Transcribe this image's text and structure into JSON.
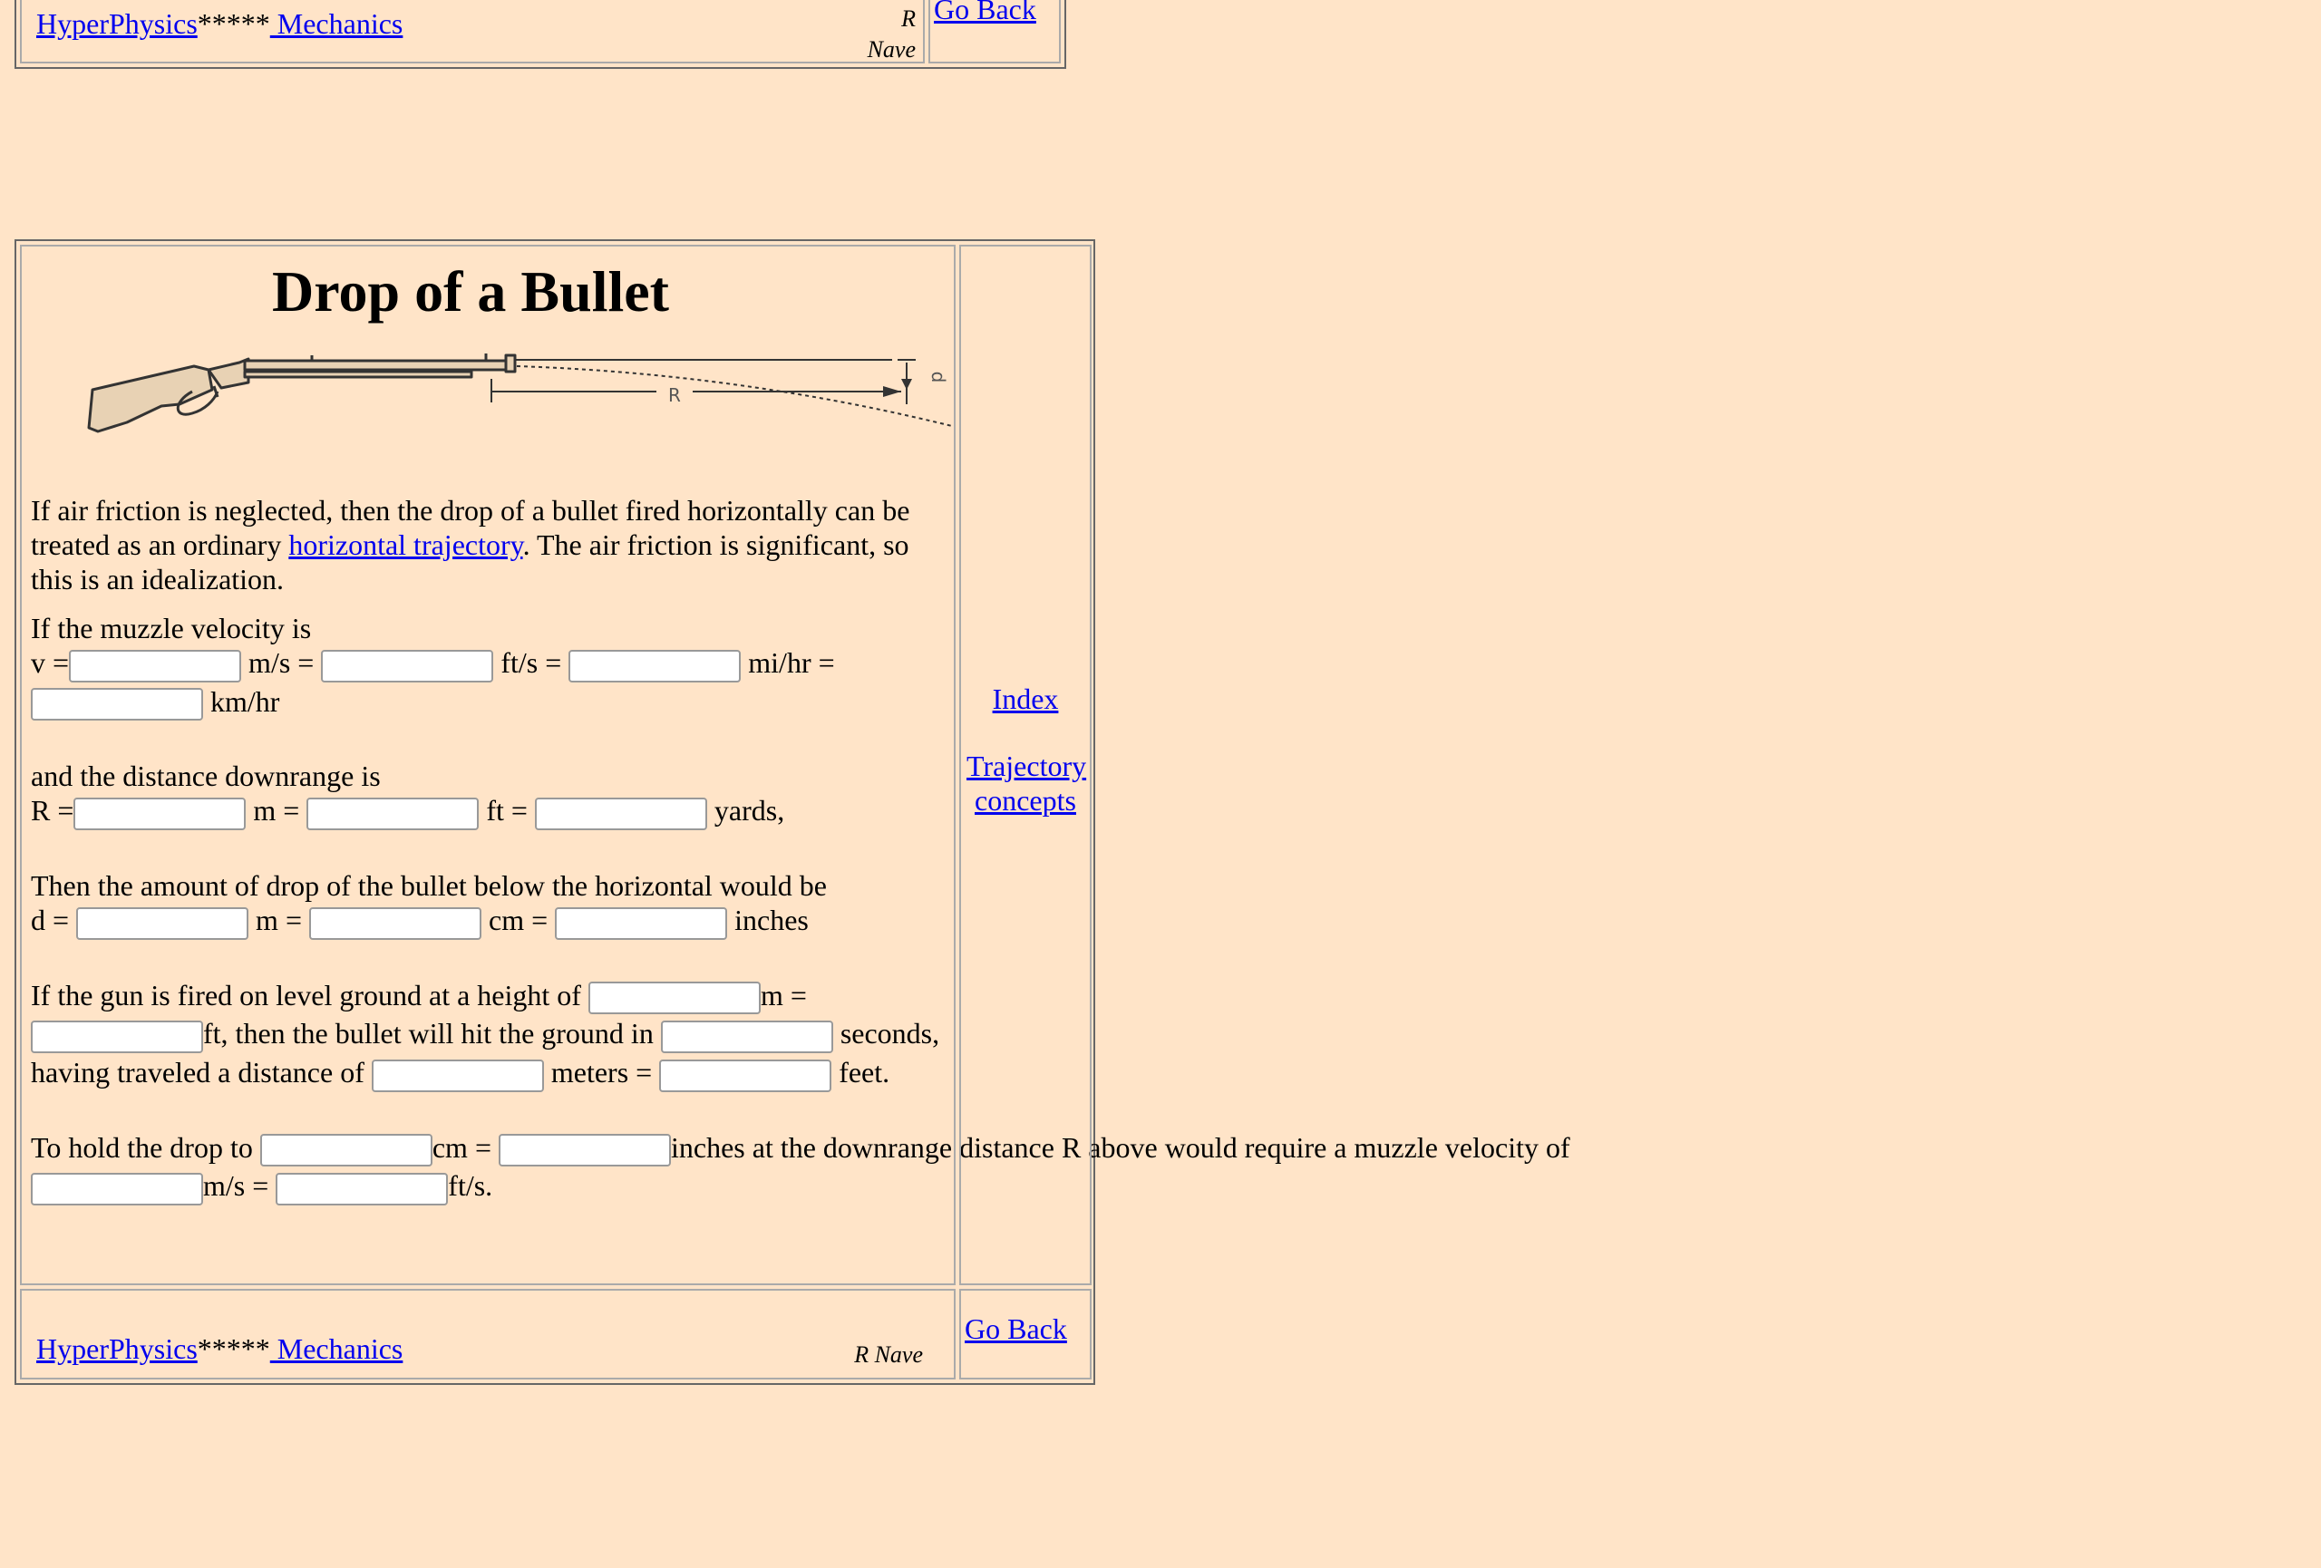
{
  "top_nav": {
    "hyperphysics": "HyperPhysics",
    "stars": "*****",
    "mechanics": " Mechanics",
    "author_initial": "R",
    "author_surname": "Nave",
    "go_back": "Go Back"
  },
  "main": {
    "title": "Drop of a Bullet",
    "diagram": {
      "range_label": "R",
      "drop_label": "d"
    },
    "intro": {
      "text1": "If air friction is neglected, then the drop of a bullet fired horizontally can be treated as an ordinary ",
      "link": "horizontal trajectory",
      "text2": ". The air friction is significant, so this is an idealization."
    },
    "velocity": {
      "heading": "If the muzzle velocity is",
      "prefix": "v =",
      "unit_ms": " m/s =",
      "unit_fts": " ft/s =",
      "unit_mihr": " mi/hr =",
      "unit_kmhr": " km/hr"
    },
    "range": {
      "heading": "and the distance downrange is",
      "prefix": "R =",
      "unit_m": " m =",
      "unit_ft": " ft =",
      "unit_yards": " yards,"
    },
    "drop": {
      "heading": "Then the amount of drop of the bullet below the horizontal would be",
      "prefix": "d =",
      "unit_m": " m =",
      "unit_cm": " cm =",
      "unit_in": " inches"
    },
    "height": {
      "text1": "If the gun is fired on level ground at a height of ",
      "unit_m": "m =",
      "text2": "ft, then the bullet will hit the ground in ",
      "unit_s": " seconds,",
      "text3": "having traveled a distance of ",
      "unit_meters": " meters =",
      "unit_feet": " feet."
    },
    "hold": {
      "text1": "To hold the drop to ",
      "unit_cm": "cm =",
      "text2": "inches at the downrange distance R above would require a muzzle velocity of",
      "unit_ms": "m/s =",
      "unit_fts": "ft/s."
    }
  },
  "sidebar": {
    "index": "Index",
    "trajectory": "Trajectory concepts"
  },
  "footer": {
    "hyperphysics": "HyperPhysics",
    "stars": "*****",
    "mechanics": " Mechanics",
    "author": "R Nave",
    "go_back": "Go Back"
  }
}
